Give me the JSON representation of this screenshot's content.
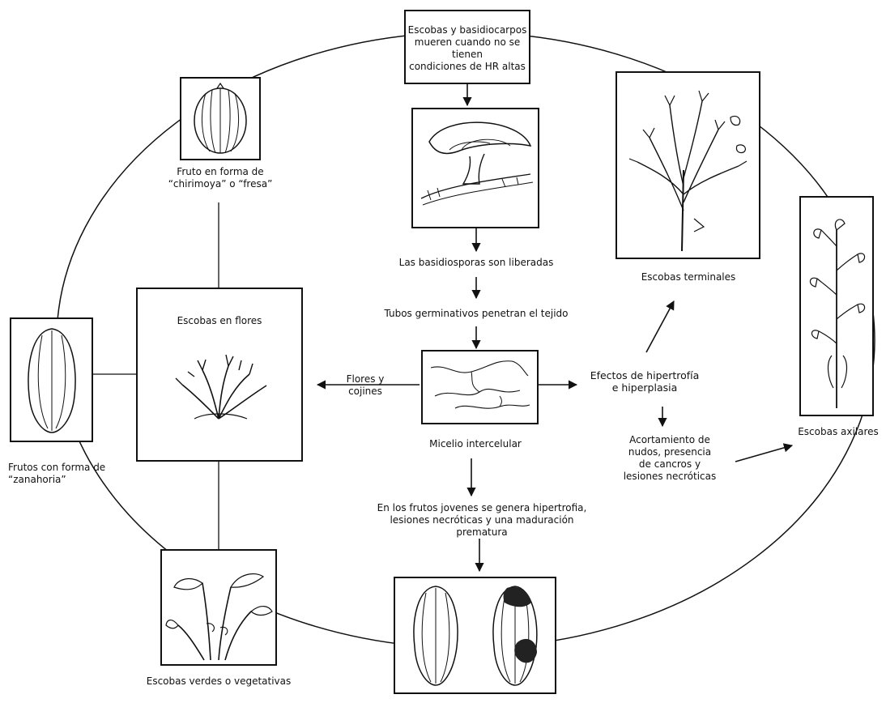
{
  "nodes": {
    "top_box": "Escobas y basidiocarpos\nmueren cuando no se tienen\ncondiciones de HR altas",
    "basidiosporas": "Las basidiosporas son liberadas",
    "tubos": "Tubos germinativos penetran el tejido",
    "micelio": "Micelio intercelular",
    "flores_cojines": "Flores y\ncojines",
    "efectos": "Efectos de hipertrofía\ne hiperplasia",
    "acortamiento": "Acortamiento de\nnudos, presencia\nde cancros y\nlesiones necróticas",
    "frutos_jovenes": "En los frutos jovenes se genera hipertrofia,\nlesiones necróticas y una maduración\nprematura",
    "escobas_flores": "Escobas en flores",
    "fruto_chirimoya": "Fruto en forma de\n“chirimoya” o “fresa”",
    "frutos_zanahoria": "Frutos con forma de\n“zanahoria”",
    "escobas_terminales": "Escobas terminales",
    "escobas_axilares": "Escobas axilares",
    "escobas_verdes": "Escobas verdes o vegetativas"
  },
  "colors": {
    "ink": "#111111",
    "fruit_lesion": "#222222"
  }
}
